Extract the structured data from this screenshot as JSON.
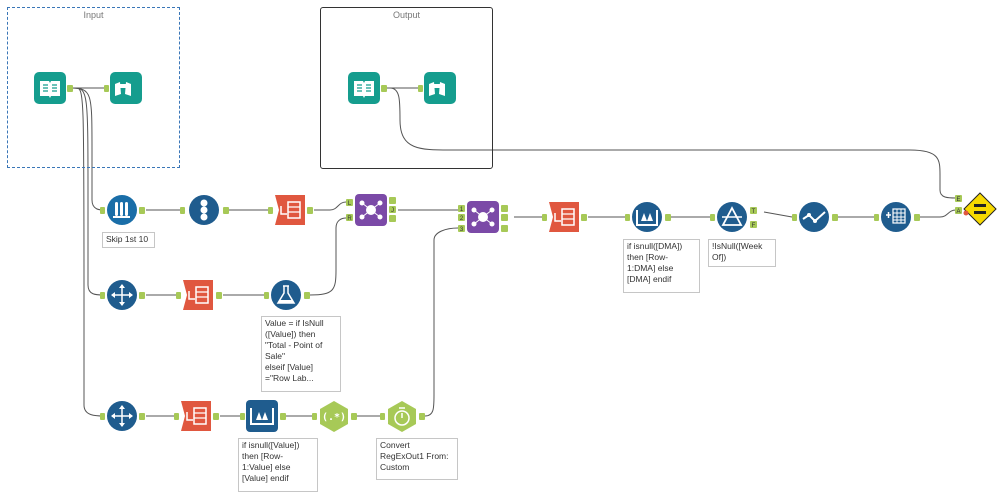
{
  "containers": {
    "input": {
      "title": "Input"
    },
    "output": {
      "title": "Output"
    }
  },
  "annotations": {
    "sample": "Skip 1st 10",
    "formula_value": "Value = if IsNull\n([Value]) then\n\"Total - Point of\nSale\"\nelseif [Value]\n=\"Row Lab...",
    "multirow_value": "if isnull([Value])\nthen [Row-\n1:Value] else\n[Value] endif",
    "regex_convert": "Convert\nRegExOut1 From:\nCustom",
    "multirow_dma": "if isnull([DMA])\nthen [Row-\n1:DMA] else\n[DMA] endif",
    "filter_week": "!IsNull([Week\nOf])"
  },
  "anchors": {
    "join_left": "L",
    "join_right": "R",
    "join_j": "J",
    "filter_true": "T",
    "filter_false": "F",
    "union_1": "1",
    "union_2": "2",
    "union_3": "3",
    "compare_expected": "E",
    "compare_actual": "A"
  },
  "colors": {
    "in_out": "#159d8e",
    "preparation": "#1f5c8e",
    "parse": "#e0573f",
    "join": "#7b4aa7",
    "sample": "#1a6ea8",
    "test": "#f7d900",
    "anchor": "#a7c957",
    "connection": "#555555",
    "input_container_border": "#3a76b7",
    "output_container_border": "#333333"
  }
}
